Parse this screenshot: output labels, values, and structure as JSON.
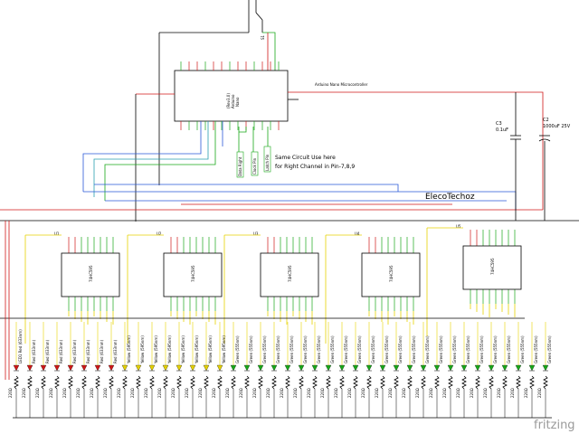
{
  "header": {
    "title": "ElecoTechoz",
    "note_line1": "Same Circuit Use here",
    "note_line2": "for Right Channel in Pin-7,8,9",
    "board_label": "Arduino Nano Microcontroller",
    "board_chip_line1": "(Rev3.0)",
    "board_chip_line2": "Arduino",
    "board_chip_line3": "Nano",
    "switch_label": "S1"
  },
  "inputs": {
    "labels": [
      "Data Right",
      "Clock Pin",
      "Latch Pin"
    ]
  },
  "capacitors": [
    {
      "name": "C3",
      "value": "0.1uF"
    },
    {
      "name": "C2",
      "value": "1000uF 25V"
    }
  ],
  "shift_registers": [
    {
      "name": "U1",
      "part": "74HC595"
    },
    {
      "name": "U2",
      "part": "74HC595"
    },
    {
      "name": "U3",
      "part": "74HC595"
    },
    {
      "name": "U4",
      "part": "74HC595"
    },
    {
      "name": "U5",
      "part": "74HC595"
    }
  ],
  "leds": {
    "first_label": "LED1",
    "red_text": "Red (633nm)",
    "yellow_text": "Yellow (595nm)",
    "green_text": "Green (555nm)",
    "count": 40,
    "resistor_prefix": "220Ω"
  },
  "colors": {
    "red": "#d01818",
    "blue": "#2a58d8",
    "teal": "#2aa0b0",
    "yellow": "#e6d200",
    "green": "#1aa81a",
    "black": "#000000"
  },
  "footer": {
    "brand": "fritzing"
  }
}
